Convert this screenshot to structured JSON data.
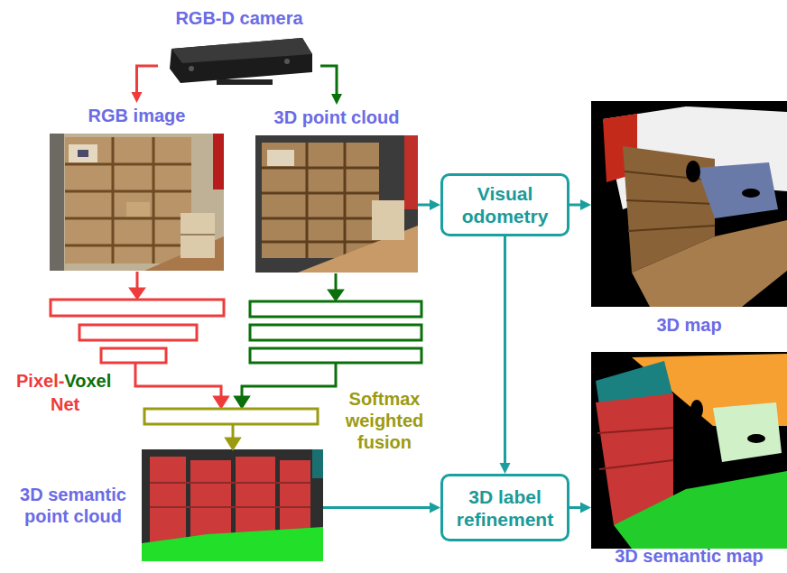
{
  "diagram": {
    "nodes": [
      {
        "text": [
          "RGB-D camera"
        ]
      },
      {
        "text": [
          "RGB image"
        ]
      },
      {
        "text": [
          "3D point cloud"
        ]
      },
      {
        "text": [
          "Visual odometry"
        ]
      },
      {
        "text": [
          "3D map"
        ]
      },
      {
        "text": [
          "3D semantic point cloud"
        ]
      },
      {
        "text": [
          "3D label refinement"
        ]
      },
      {
        "text": [
          "3D semantic map"
        ]
      }
    ],
    "edges": [
      {
        "from": 0,
        "to": 1,
        "arrow": "to"
      },
      {
        "from": 0,
        "to": 2,
        "arrow": "to"
      },
      {
        "from": 2,
        "to": 3,
        "arrow": "to"
      },
      {
        "from": 3,
        "to": 4,
        "arrow": "to"
      },
      {
        "from": 3,
        "to": 6,
        "arrow": "to"
      },
      {
        "from": 5,
        "to": 6,
        "arrow": "to"
      },
      {
        "from": 6,
        "to": 7,
        "arrow": "to"
      }
    ],
    "labels": [
      "Pixel-",
      "Voxel",
      "Net",
      "Softmax weighted fusion"
    ]
  }
}
